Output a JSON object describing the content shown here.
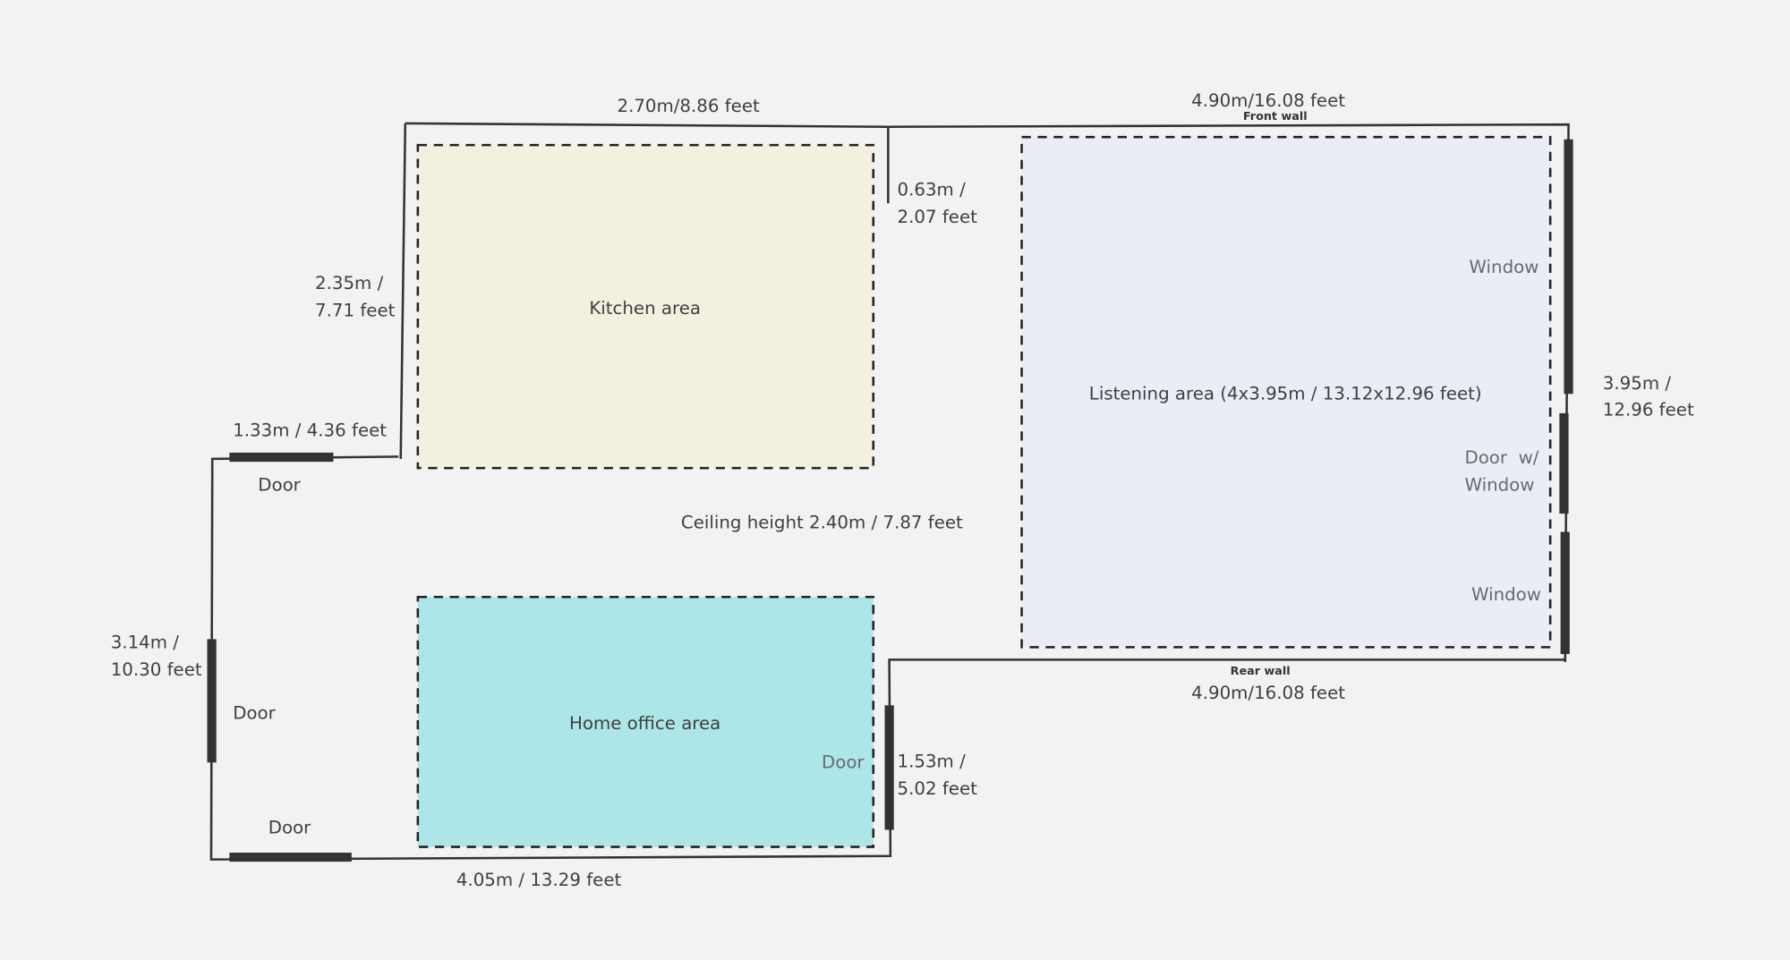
{
  "colors": {
    "background": "#f2f2f2",
    "kitchen": "#f3f0df",
    "home_office": "#ade6e9",
    "listening": "#eaedf5",
    "wall": "#333333"
  },
  "areas": {
    "kitchen": "Kitchen area",
    "home_office": "Home office area",
    "listening": "Listening area (4x3.95m / 13.12x12.96 feet)"
  },
  "ceiling": "Ceiling height 2.40m / 7.87 feet",
  "dimensions": {
    "kitchen_top": "2.70m/8.86 feet",
    "front_wall": "4.90m/16.08 feet",
    "front_wall_label": "Front wall",
    "step_line1": "0.63m /",
    "step_line2": "2.07 feet",
    "kitchen_left_line1": "2.35m /",
    "kitchen_left_line2": "7.71 feet",
    "left_ledge": "1.33m / 4.36 feet",
    "left_line1": "3.14m /",
    "left_line2": "10.30 feet",
    "bottom": "4.05m / 13.29 feet",
    "office_right_line1": "1.53m /",
    "office_right_line2": "5.02 feet",
    "rear_wall_label": "Rear wall",
    "rear_wall": "4.90m/16.08 feet",
    "right_line1": "3.95m /",
    "right_line2": "12.96 feet"
  },
  "openings": {
    "door_top_left": "Door",
    "door_left": "Door",
    "door_bottom": "Door",
    "door_office": "Door",
    "window_top": "Window",
    "door_window_line1": "Door  w/",
    "door_window_line2": "Window",
    "window_bottom": "Window"
  }
}
